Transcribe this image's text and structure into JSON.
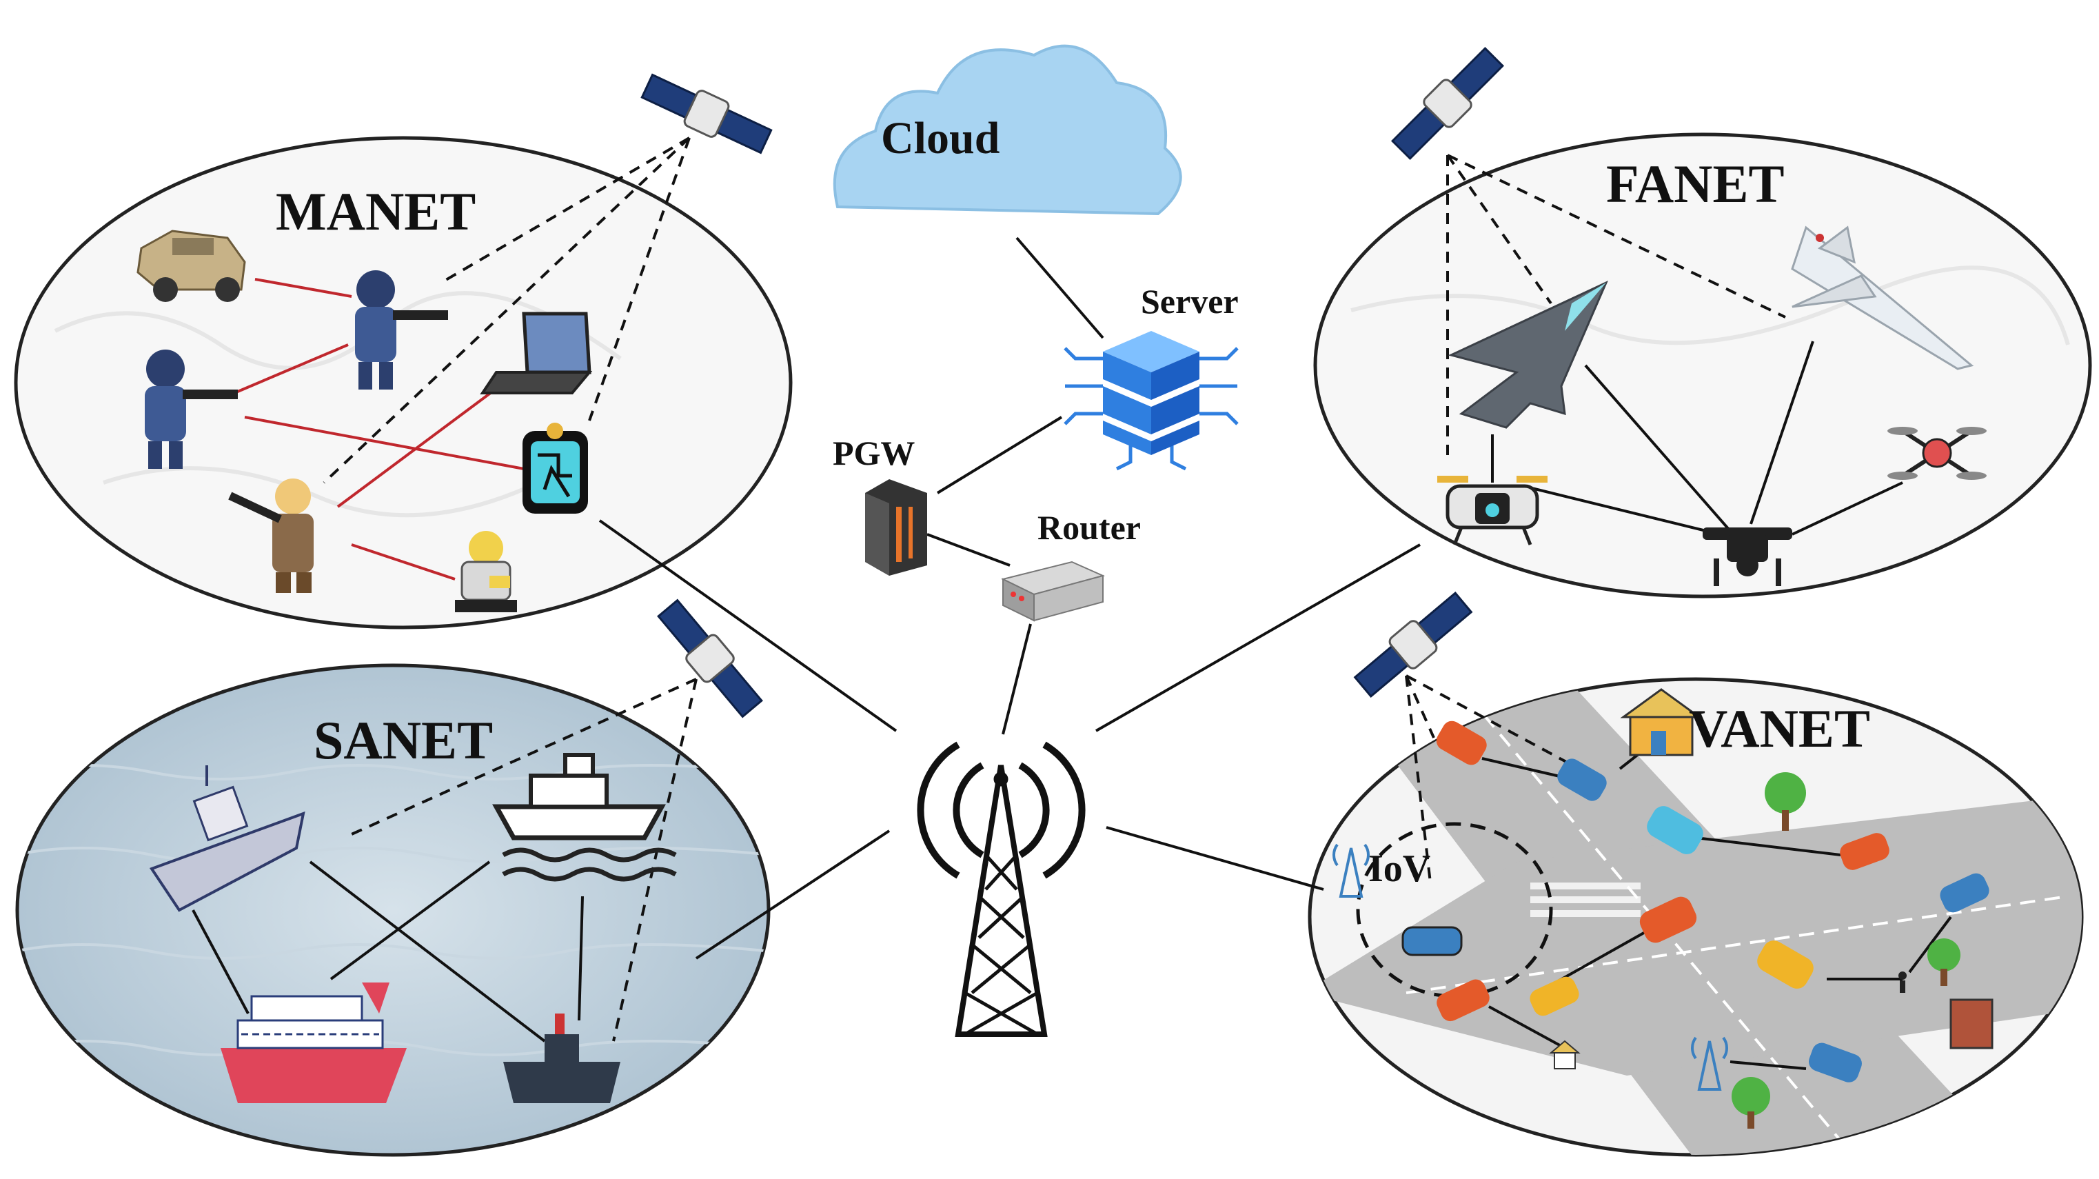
{
  "networks": {
    "manet": {
      "label": "MANET"
    },
    "fanet": {
      "label": "FANET"
    },
    "sanet": {
      "label": "SANET"
    },
    "vanet": {
      "label": "VANET",
      "sub_label": "IoV"
    }
  },
  "core": {
    "cloud_label": "Cloud",
    "server_label": "Server",
    "pgw_label": "PGW",
    "router_label": "Router"
  },
  "colors": {
    "red_link": "#c0272d",
    "black_link": "#111111",
    "cloud_fill": "#a8d4f2",
    "server_blue": "#2f7fe0",
    "sea": "#b7cad8",
    "road": "#bdbdbd"
  },
  "icons": [
    "satellite-icon",
    "cloud-icon",
    "server-icon",
    "pgw-icon",
    "router-icon",
    "tower-icon",
    "soldier-icon",
    "humvee-icon",
    "laptop-icon",
    "tablet-icon",
    "robot-icon",
    "stealth-jet-icon",
    "fighter-jet-icon",
    "drone-icon",
    "quadcopter-icon",
    "warship-icon",
    "ferry-icon",
    "cruise-ship-icon",
    "patrol-boat-icon",
    "car-icon",
    "house-icon",
    "tree-icon",
    "building-icon",
    "pedestrian-icon"
  ]
}
